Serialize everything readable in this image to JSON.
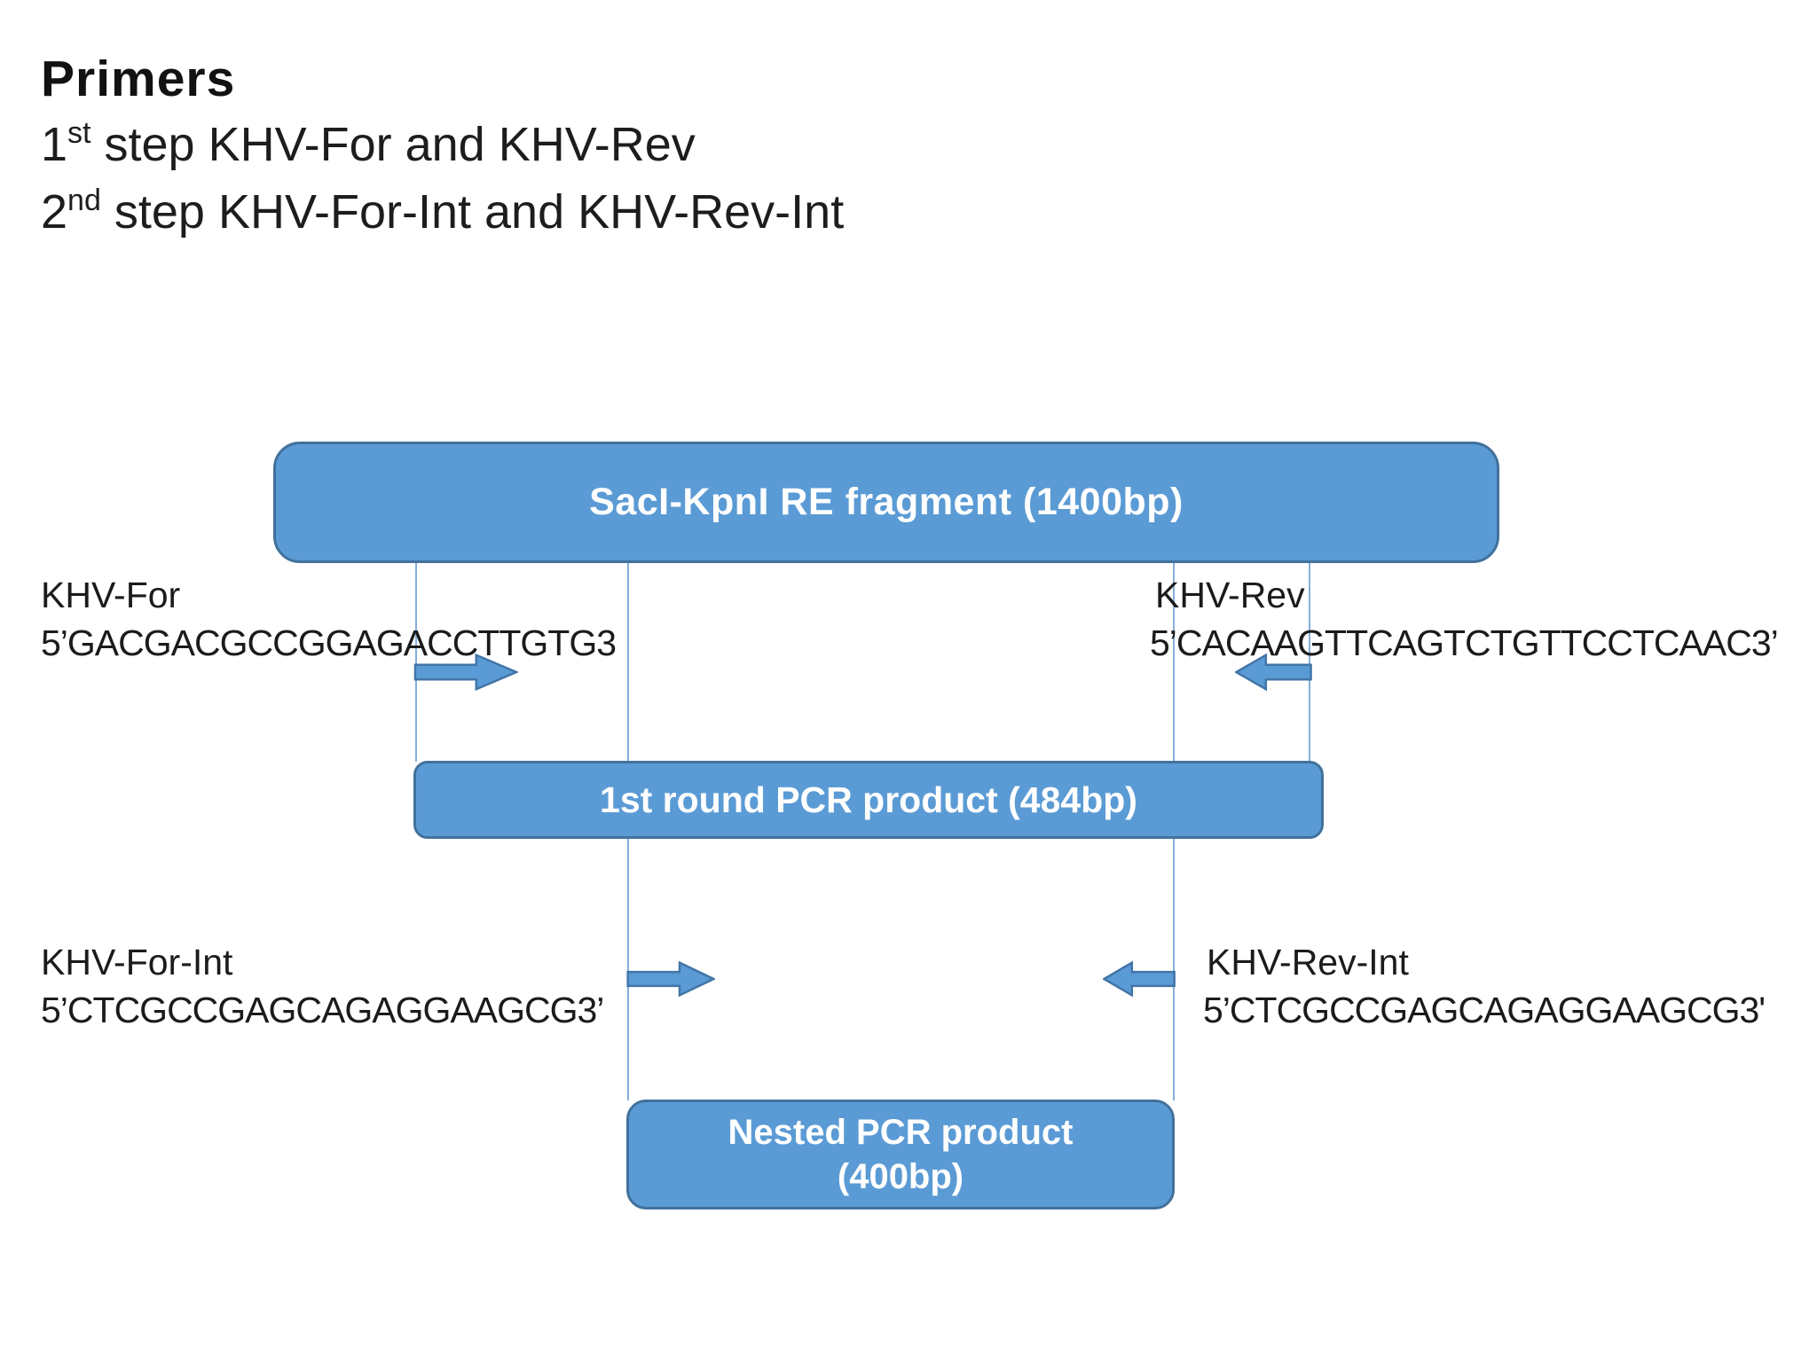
{
  "title": {
    "heading": "Primers",
    "steps": [
      {
        "num": "1",
        "sup": "st",
        "rest": " step KHV-For and KHV-Rev"
      },
      {
        "num": "2",
        "sup": "nd",
        "rest": " step KHV-For-Int and KHV-Rev-Int"
      }
    ]
  },
  "boxes": {
    "fragment_label": "SacI-KpnI RE fragment (1400bp)",
    "first_round_label": "1st round PCR product (484bp)",
    "nested_line1": "Nested PCR product",
    "nested_line2": "(400bp)"
  },
  "primers": {
    "khv_for": {
      "name": "KHV-For",
      "seq": "5’GACGACGCCGGAGACCTTGTG3"
    },
    "khv_rev": {
      "name": "KHV-Rev",
      "seq": "5’CACAAGTTCAGTCTGTTCCTCAAC3’"
    },
    "khv_for_int": {
      "name": "KHV-For-Int",
      "seq": "5’CTCGCCGAGCAGAGGAAGCG3’"
    },
    "khv_rev_int": {
      "name": "KHV-Rev-Int",
      "seq": "5’CTCGCCGAGCAGAGGAAGCG3'"
    }
  },
  "colors": {
    "box_fill": "#5B9BD5",
    "box_border": "#41719C",
    "arrow_fill": "#5B9BD5",
    "arrow_border": "#4175A8",
    "connector_line": "#85AFDB",
    "text": "#1a1a1a",
    "box_text": "#FFFFFF"
  }
}
